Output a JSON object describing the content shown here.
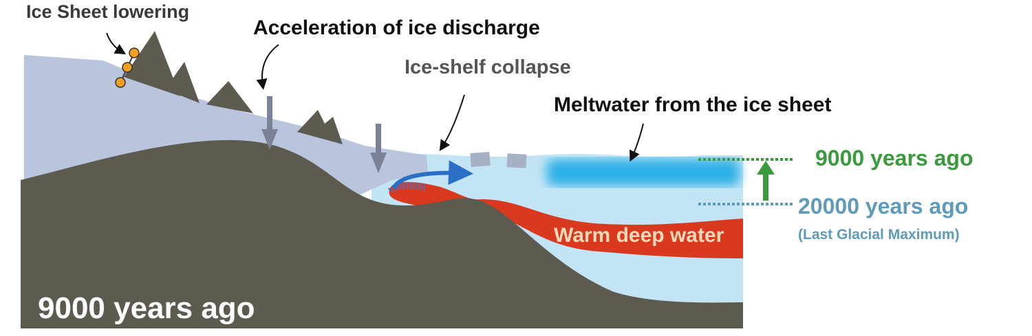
{
  "labels": {
    "ice_sheet_lowering": "Ice Sheet lowering",
    "acceleration": "Acceleration of ice discharge",
    "ice_shelf_collapse": "Ice-shelf collapse",
    "meltwater": "Meltwater from the ice sheet",
    "level_9000": "9000 years ago",
    "level_20000": "20000 years ago",
    "lgm": "(Last Glacial Maximum)",
    "warm_deep_water": "Warm deep water",
    "period": "9000 years ago"
  },
  "colors": {
    "ice": "#b9c5dc",
    "rock": "#5d5a50",
    "ocean": "#c3e4f5",
    "warm_water": "#d93a1f",
    "meltwater": "#2bb0e6",
    "green": "#3b9a3d",
    "blue_level": "#5d9bb9",
    "arrow_gray": "#7b8297",
    "dot_orange": "#f0a020"
  }
}
